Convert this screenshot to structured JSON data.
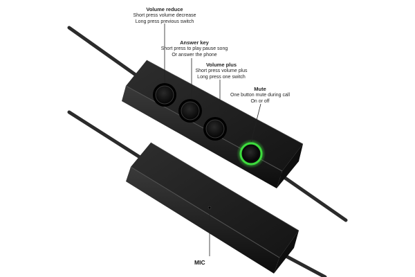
{
  "callouts": {
    "volume_reduce": {
      "title": "Volume  reduce",
      "line1": "Short press volume decrease",
      "line2": "Long press previous switch"
    },
    "answer_key": {
      "title": "Answer key",
      "line1": "Short press to play pause song",
      "line2": "Or answer the phone"
    },
    "volume_plus": {
      "title": "Volume plus",
      "line1": "Short press volume plus",
      "line2": "Long press one switch"
    },
    "mute": {
      "title": "Mute",
      "line1": "One button mute during call",
      "line2": "On or off"
    }
  },
  "mic": {
    "label": "MIC"
  },
  "colors": {
    "indicator": "#3ddc3d",
    "body": "#1a1a1a",
    "cable": "#2b2b2b",
    "background": "#ffffff"
  },
  "icons": [
    "volume-down-button",
    "answer-button",
    "volume-up-button",
    "mute-button",
    "microphone-hole"
  ]
}
